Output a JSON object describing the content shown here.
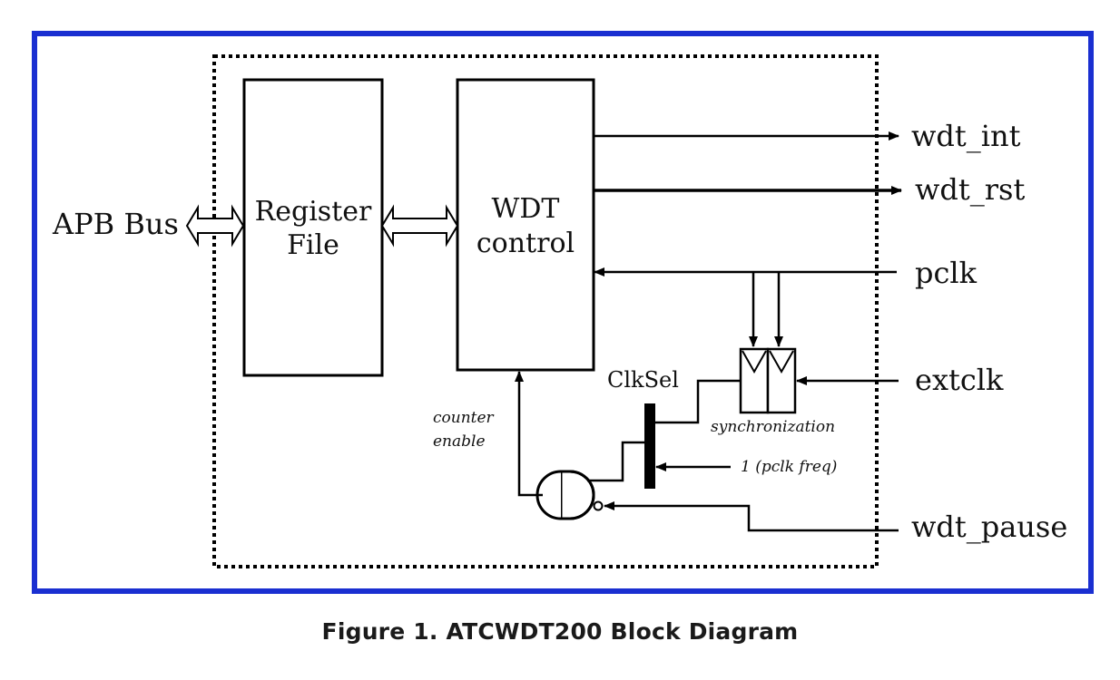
{
  "diagram": {
    "blocks": {
      "register_file": [
        "Register",
        "File"
      ],
      "wdt_control": [
        "WDT",
        "control"
      ]
    },
    "signals": {
      "apb_bus": "APB Bus",
      "wdt_int": "wdt_int",
      "wdt_rst": "wdt_rst",
      "pclk": "pclk",
      "extclk": "extclk",
      "wdt_pause": "wdt_pause"
    },
    "annotations": {
      "clksel": "ClkSel",
      "synchronization": "synchronization",
      "counter_enable": [
        "counter",
        "enable"
      ],
      "pclk_freq": "1 (pclk freq)"
    },
    "colors": {
      "frame": "#1a2fd1",
      "line": "#000000"
    }
  },
  "caption": "Figure 1. ATCWDT200 Block Diagram"
}
